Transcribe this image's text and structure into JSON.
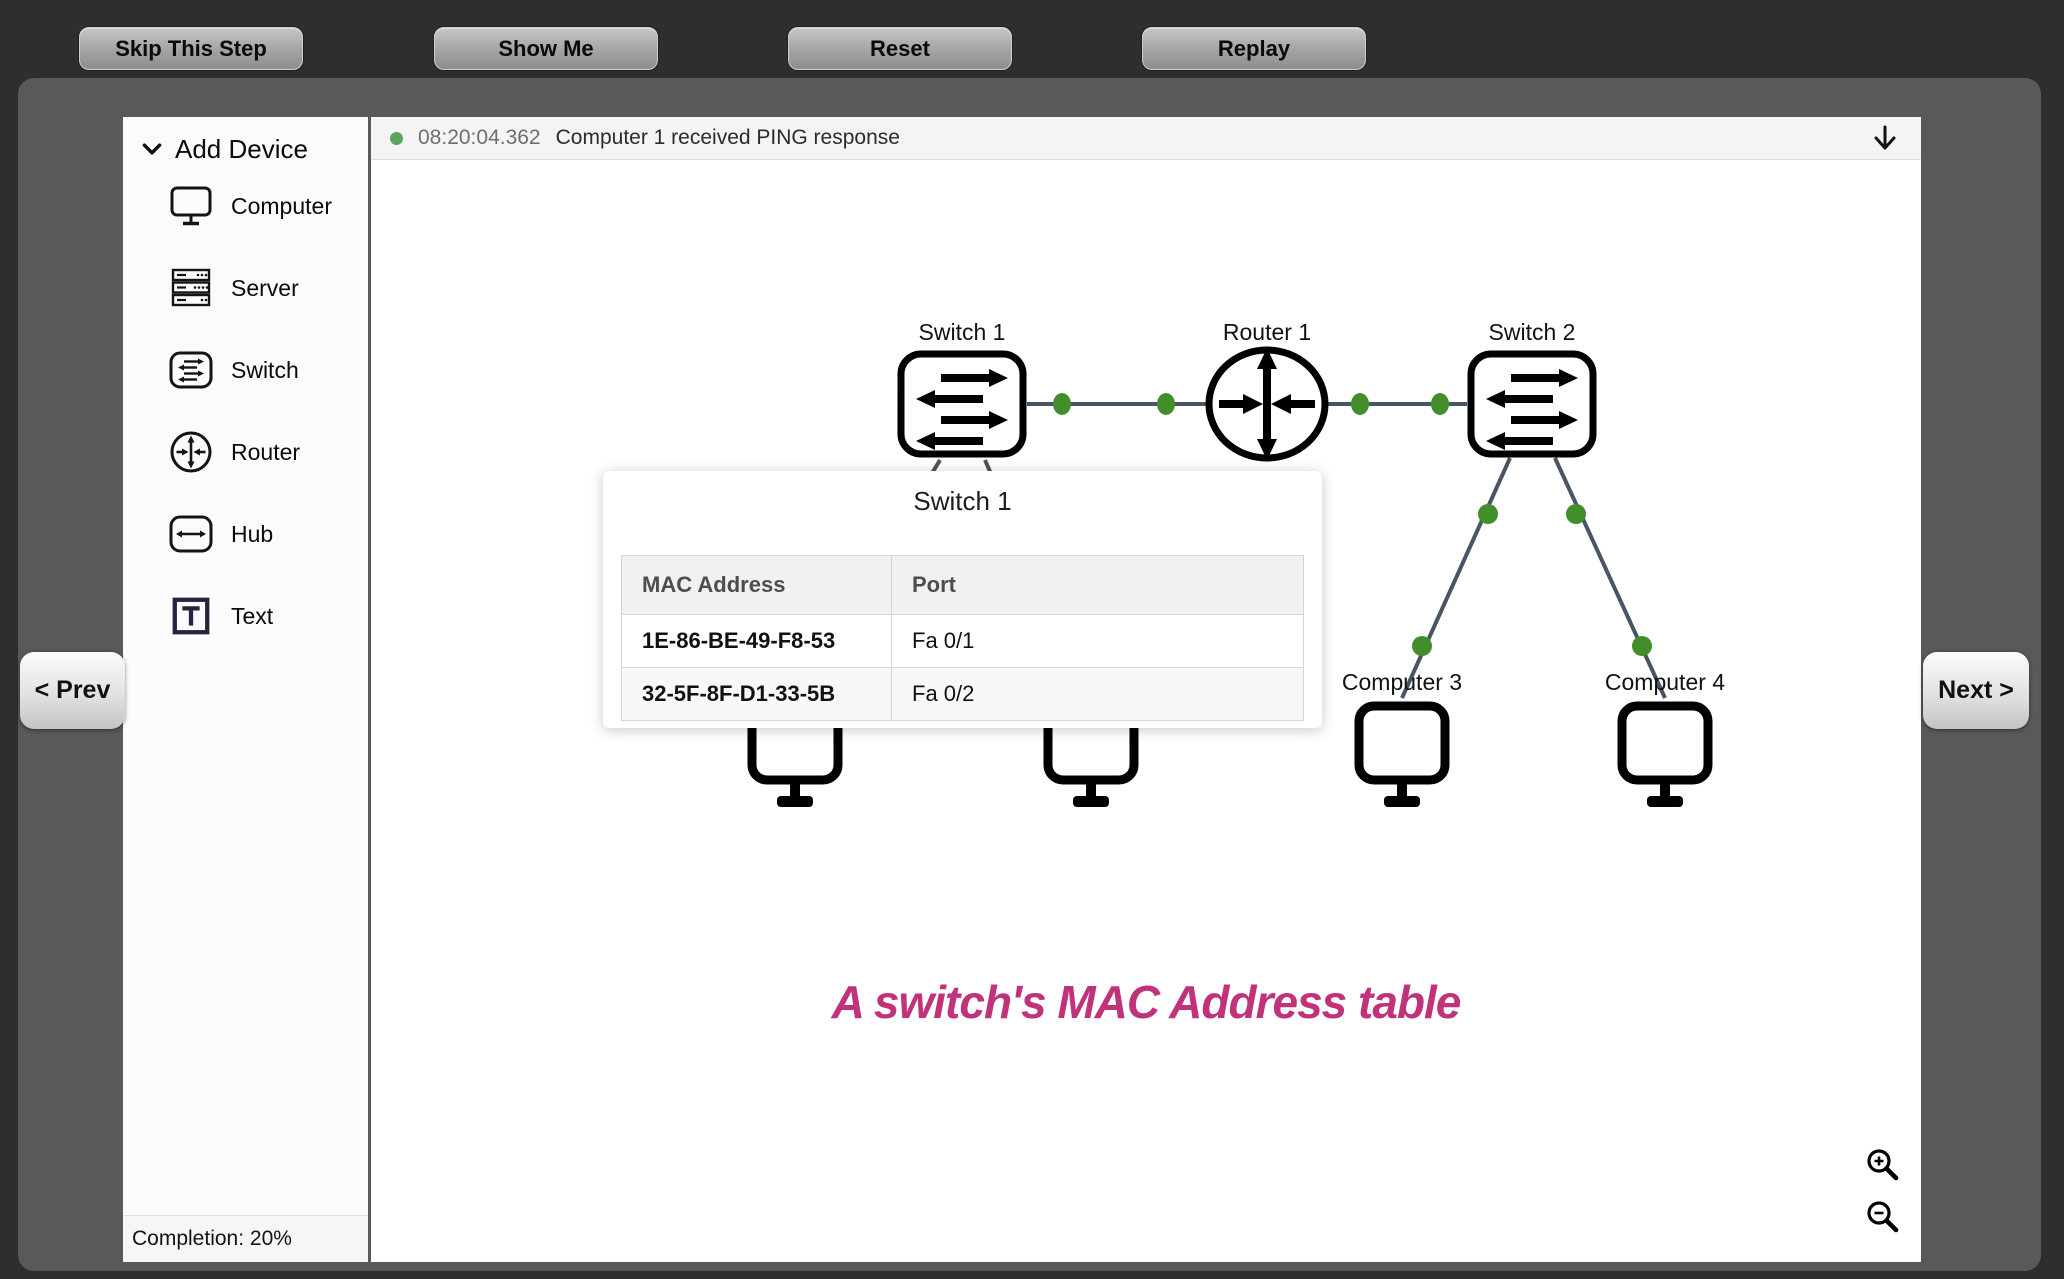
{
  "toolbar": {
    "skip_label": "Skip This Step",
    "show_me_label": "Show Me",
    "reset_label": "Reset",
    "replay_label": "Replay"
  },
  "nav": {
    "prev_label": "< Prev",
    "next_label": "Next >"
  },
  "sidebar": {
    "header": "Add Device",
    "items": [
      {
        "label": "Computer"
      },
      {
        "label": "Server"
      },
      {
        "label": "Switch"
      },
      {
        "label": "Router"
      },
      {
        "label": "Hub"
      },
      {
        "label": "Text"
      }
    ],
    "completion": "Completion: 20%"
  },
  "status_bar": {
    "timestamp": "08:20:04.362",
    "message": "Computer 1 received PING response",
    "dot_color": "#5ca55c"
  },
  "diagram": {
    "labels": {
      "switch1": "Switch 1",
      "router1": "Router 1",
      "switch2": "Switch 2",
      "computer3": "Computer 3",
      "computer4": "Computer 4"
    },
    "colors": {
      "link": "#495464",
      "port_dot": "#418e2b",
      "device_stroke": "#000000"
    }
  },
  "popup": {
    "title": "Switch 1",
    "col_mac": "MAC Address",
    "col_port": "Port",
    "rows": [
      {
        "mac": "1E-86-BE-49-F8-53",
        "port": "Fa 0/1"
      },
      {
        "mac": "32-5F-8F-D1-33-5B",
        "port": "Fa 0/2"
      }
    ]
  },
  "caption": {
    "text": "A switch's MAC Address table",
    "color": "#c0337a"
  }
}
